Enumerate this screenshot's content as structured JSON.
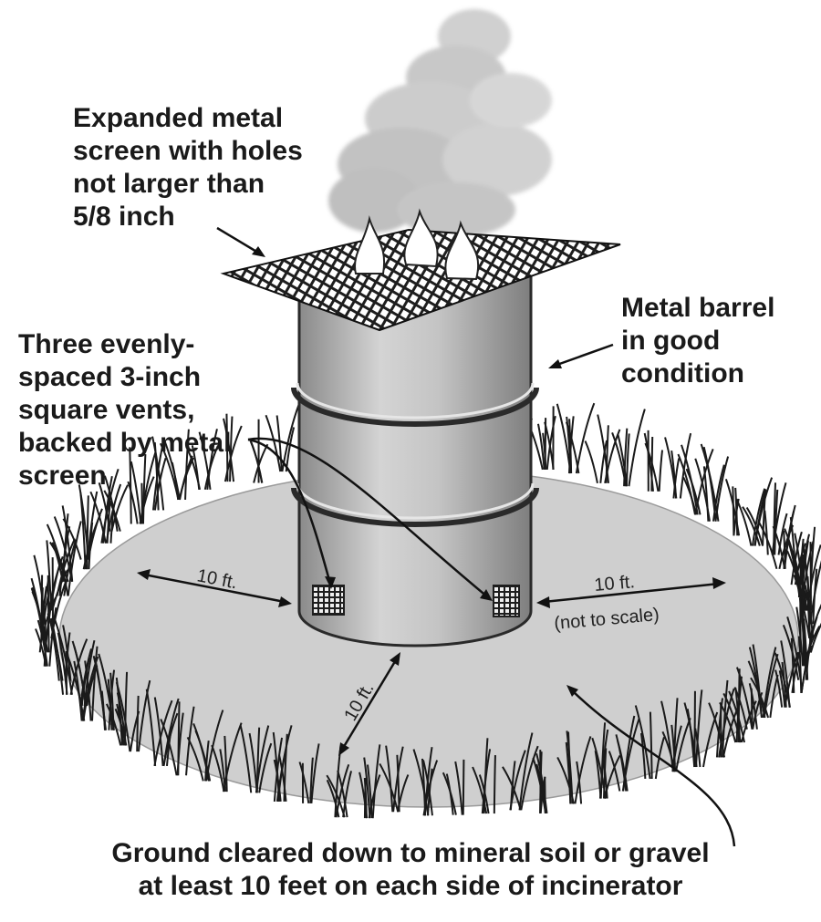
{
  "labels": {
    "metal_screen": [
      "Expanded metal",
      "screen with holes",
      "not larger than",
      "5/8  inch"
    ],
    "metal_barrel": [
      "Metal barrel",
      "in good",
      "condition"
    ],
    "vents": [
      "Three evenly-",
      "spaced 3-inch",
      "square vents,",
      "backed by metal",
      "screen"
    ],
    "ground": [
      "Ground cleared down to mineral soil or gravel",
      "at least 10 feet on each side of incinerator"
    ]
  },
  "dimensions": {
    "left": "10 ft.",
    "right": "10 ft.",
    "right_note": "(not to scale)",
    "front": "10 ft."
  },
  "colors": {
    "ground": "#cfcfcf",
    "barrel": "#bdbdbd",
    "grass": "#1a1a1a",
    "smoke": "#bcbcbc"
  }
}
